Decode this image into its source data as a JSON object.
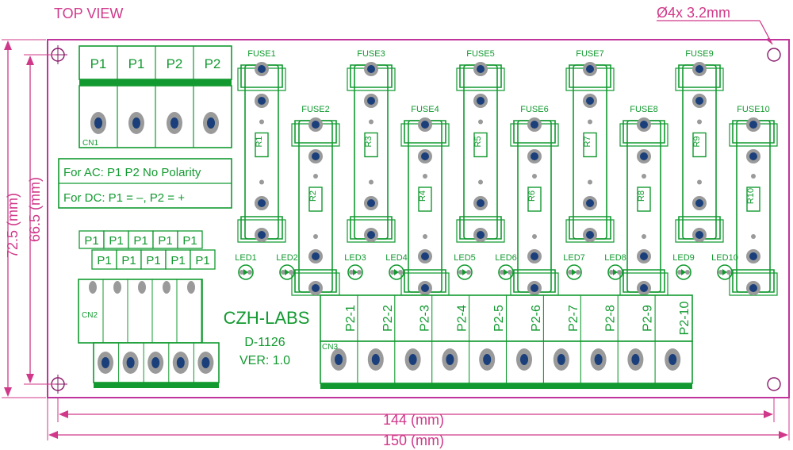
{
  "header": {
    "view_label": "TOP VIEW",
    "hole_spec": "Ø4x 3.2mm"
  },
  "dimensions": {
    "inner_width": "144 (mm)",
    "outer_width": "150 (mm)",
    "inner_height": "66.5 (mm)",
    "outer_height": "72.5 (mm)"
  },
  "cn1": {
    "label": "CN1",
    "pins": [
      "P1",
      "P1",
      "P2",
      "P2"
    ]
  },
  "polarity_note": {
    "ac": "For AC: P1 P2 No Polarity",
    "dc": "For DC: P1 = –, P2 = +"
  },
  "cn2": {
    "label": "CN2",
    "row_top": [
      "P1",
      "P1",
      "P1",
      "P1",
      "P1"
    ],
    "row_bottom": [
      "P1",
      "P1",
      "P1",
      "P1",
      "P1"
    ]
  },
  "fuses": [
    "FUSE1",
    "FUSE2",
    "FUSE3",
    "FUSE4",
    "FUSE5",
    "FUSE6",
    "FUSE7",
    "FUSE8",
    "FUSE9",
    "FUSE10"
  ],
  "resistors": [
    "R1",
    "R2",
    "R3",
    "R4",
    "R5",
    "R6",
    "R7",
    "R8",
    "R9",
    "R10"
  ],
  "leds": [
    "LED1",
    "LED2",
    "LED3",
    "LED4",
    "LED5",
    "LED6",
    "LED7",
    "LED8",
    "LED9",
    "LED10"
  ],
  "branding": {
    "maker": "CZH-LABS",
    "model": "D-1126",
    "version": "VER: 1.0"
  },
  "cn3": {
    "label": "CN3",
    "pins": [
      "P2-1",
      "P2-2",
      "P2-3",
      "P2-4",
      "P2-5",
      "P2-6",
      "P2-7",
      "P2-8",
      "P2-9",
      "P2-10"
    ]
  },
  "colors": {
    "board_outline": "#c0359b",
    "silkscreen": "#129a30",
    "pad": "#9a9a9a",
    "pad_hole": "#1a3f7a",
    "dimension_lines": "#d0398a"
  }
}
